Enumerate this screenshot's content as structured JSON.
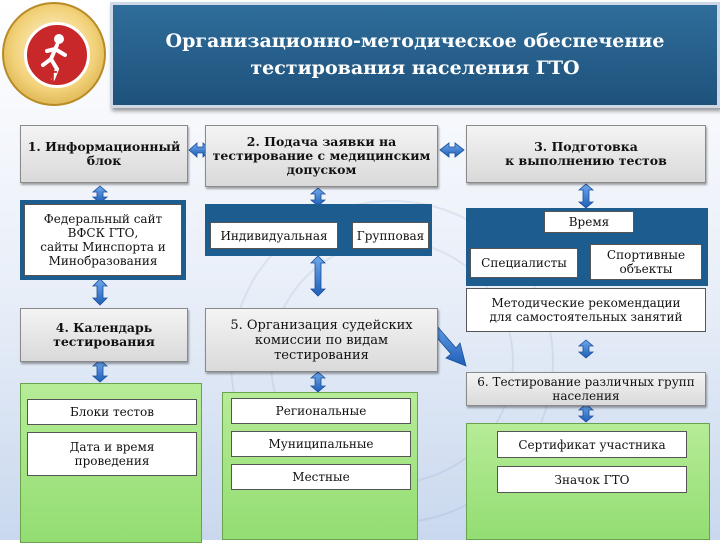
{
  "title": "Организационно-методическое обеспечение\nтестирования населения ГТО",
  "logo": {
    "text": "ГТО"
  },
  "block1": {
    "title": "1. Информационный\nблок",
    "content": "Федеральный сайт\nВФСК ГТО,\nсайты  Минспорта и\nМинобразования"
  },
  "block2": {
    "title": "2. Подача заявки на\nтестирование с медицинским\nдопуском",
    "option_individual": "Индивидуальная",
    "option_group": "Групповая"
  },
  "block3": {
    "title": "3. Подготовка\nк выполнению тестов",
    "time": "Время",
    "specialists": "Специалисты",
    "sport_objects": "Спортивные\nобъекты",
    "recommendations": "Методические рекомендации\nдля самостоятельных занятий"
  },
  "block4": {
    "title": "4. Календарь\nтестирования",
    "test_blocks": "Блоки тестов",
    "date_time": "Дата и время\nпроведения"
  },
  "block5": {
    "title": "5. Организация судейских\nкомиссии по видам\nтестирования",
    "regional": "Региональные",
    "municipal": "Муниципальные",
    "local": "Местные"
  },
  "block6": {
    "title": "6. Тестирование различных групп\nнаселения",
    "certificate": "Сертификат участника",
    "badge": "Значок ГТО"
  }
}
